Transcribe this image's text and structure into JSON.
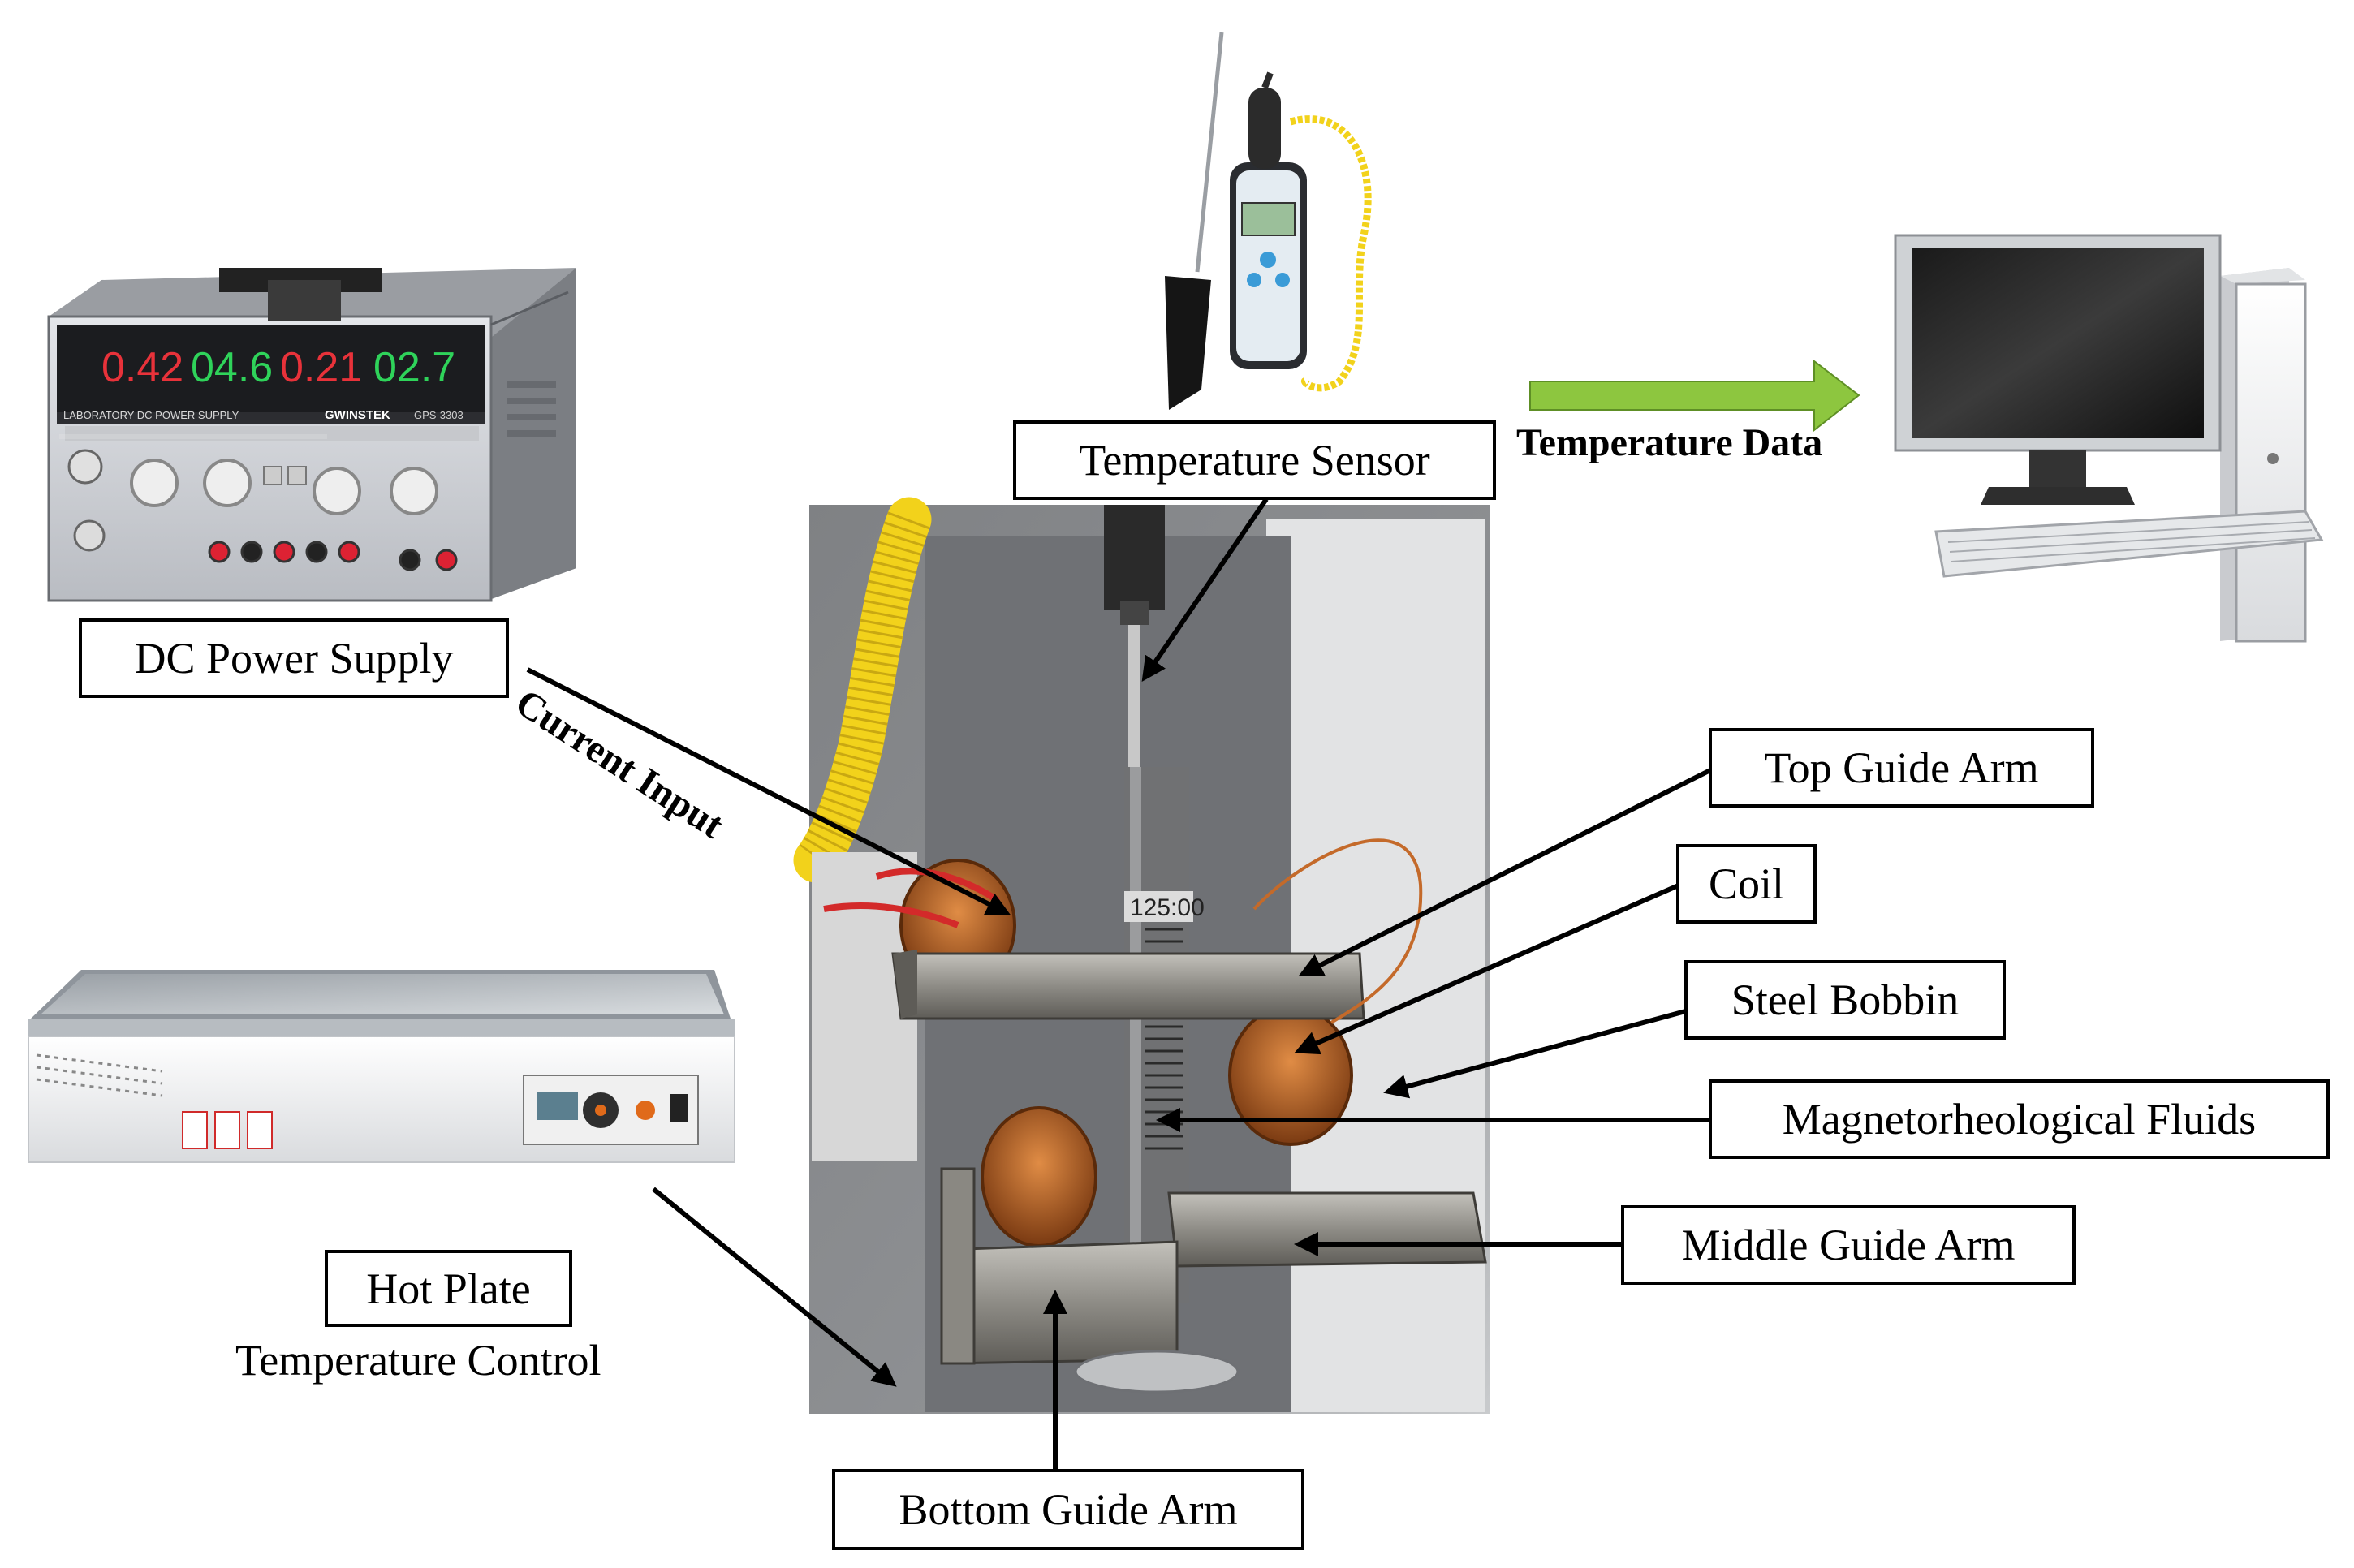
{
  "labels": {
    "temperature_sensor": "Temperature  Sensor",
    "temperature_data": "Temperature Data",
    "dc_power_supply": "DC Power  Supply",
    "current_input": "Current Input",
    "top_guide_arm": "Top  Guide Arm",
    "coil": "Coil",
    "steel_bobbin": "Steel Bobbin",
    "mr_fluids": "Magnetorheological  Fluids",
    "middle_guide_arm": "Middle Guide Arm",
    "hot_plate": "Hot Plate",
    "temperature_control": "Temperature  Control",
    "bottom_guide_arm": "Bottom Guide Arm"
  },
  "power_supply_display": {
    "readouts": [
      "0.42",
      "04.6",
      "0.21",
      "02.7"
    ],
    "panel_title": "LABORATORY DC POWER SUPPLY",
    "brand": "GWINSTEK",
    "model": "GPS-3303"
  },
  "apparatus": {
    "scale_reading": "125:00"
  },
  "colors": {
    "arrow_green": "#8dc63f",
    "ps_red_led": "#e8323a",
    "ps_green_led": "#2fd35a",
    "probe_cable_yellow": "#f2d21b",
    "copper": "#b8672b"
  }
}
